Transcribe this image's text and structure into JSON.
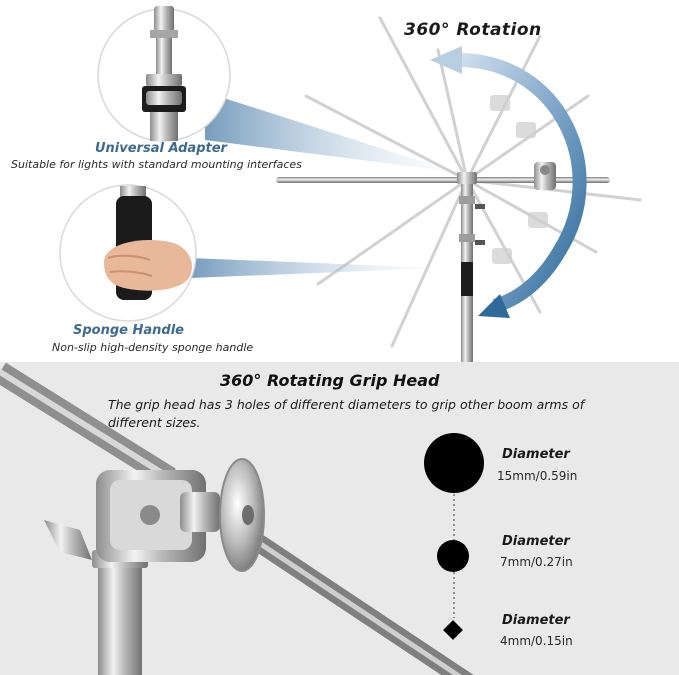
{
  "rotation": {
    "title": "360° Rotation"
  },
  "features": [
    {
      "title": "Universal Adapter",
      "description": "Suitable for lights with standard mounting interfaces"
    },
    {
      "title": "Sponge Handle",
      "description": "Non-slip high-density sponge handle"
    }
  ],
  "grip_head": {
    "title": "360° Rotating Grip Head",
    "description": "The grip head has 3 holes of different diameters to grip other boom arms of different sizes."
  },
  "diameters": [
    {
      "label": "Diameter",
      "size": "15mm/0.59in"
    },
    {
      "label": "Diameter",
      "size": "7mm/0.27in"
    },
    {
      "label": "Diameter",
      "size": "4mm/0.15in"
    }
  ],
  "colors": {
    "accent": "#3d6a8e",
    "arrow": "#5b8fb8",
    "bottom_bg": "#e9e9e9"
  }
}
